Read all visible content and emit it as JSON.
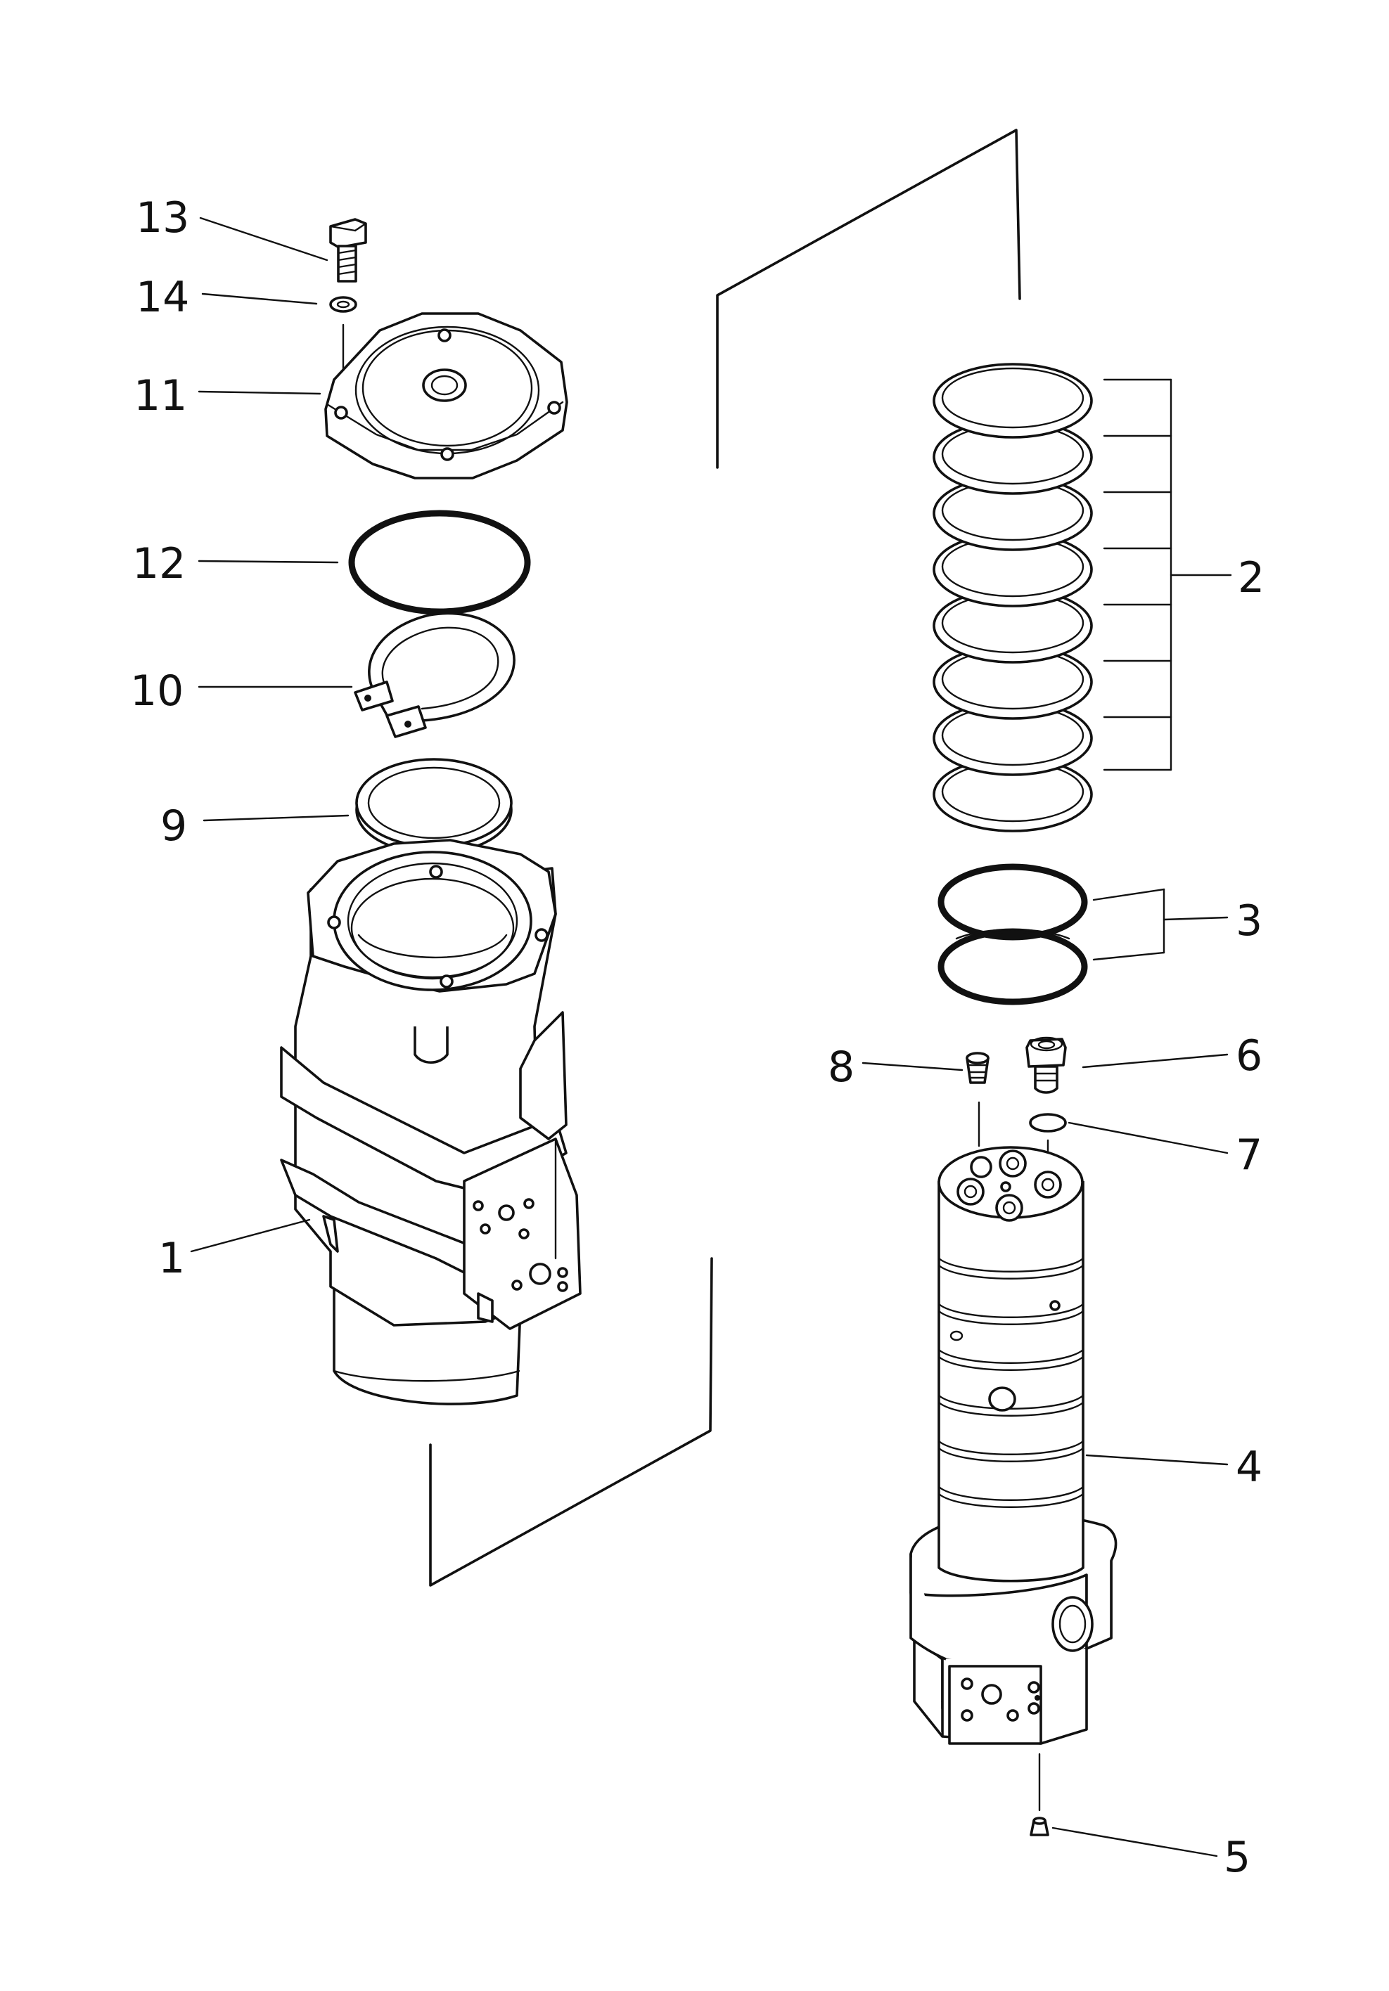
{
  "callouts": [
    {
      "id": "13",
      "text": "13"
    },
    {
      "id": "14",
      "text": "14"
    },
    {
      "id": "11",
      "text": "11"
    },
    {
      "id": "12",
      "text": "12"
    },
    {
      "id": "10",
      "text": "10"
    },
    {
      "id": "9",
      "text": "9"
    },
    {
      "id": "1",
      "text": "1"
    },
    {
      "id": "2",
      "text": "2"
    },
    {
      "id": "3",
      "text": "3"
    },
    {
      "id": "8",
      "text": "8"
    },
    {
      "id": "6",
      "text": "6"
    },
    {
      "id": "7",
      "text": "7"
    },
    {
      "id": "4",
      "text": "4"
    },
    {
      "id": "5",
      "text": "5"
    }
  ],
  "colors": {
    "ink": "#111111",
    "paper": "#ffffff"
  }
}
